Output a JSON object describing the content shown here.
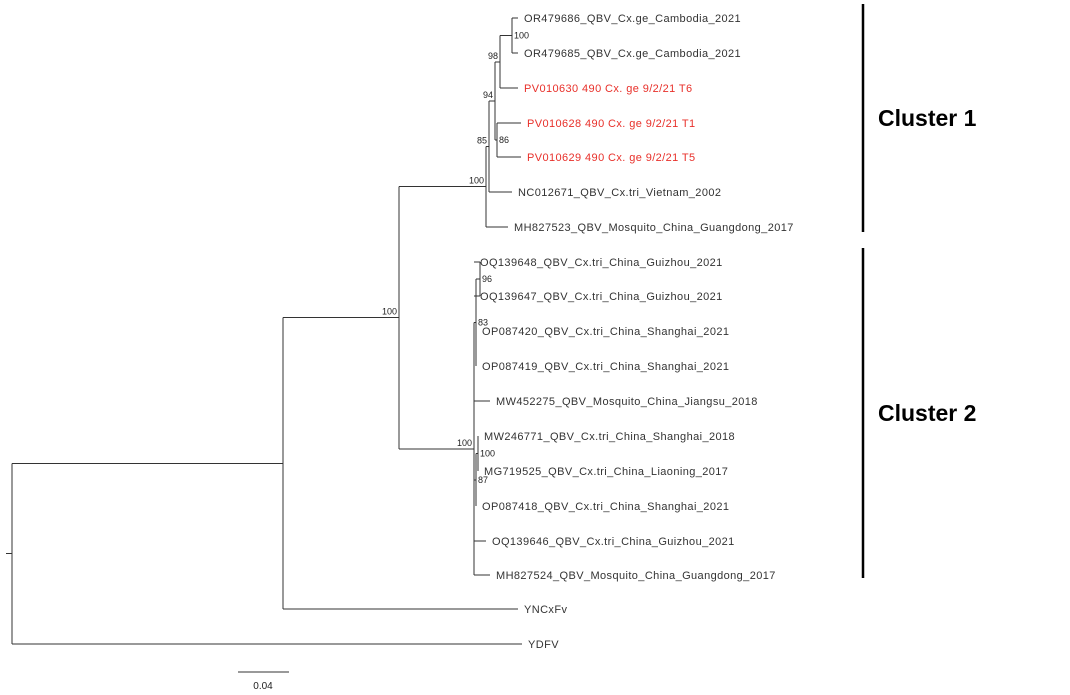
{
  "tree": {
    "colors": {
      "default": "#333333",
      "highlight": "#e8302a"
    },
    "leaves": [
      {
        "id": "L1",
        "label": "OR479686_QBV_Cx.ge_Cambodia_2021",
        "highlight": false
      },
      {
        "id": "L2",
        "label": "OR479685_QBV_Cx.ge_Cambodia_2021",
        "highlight": false
      },
      {
        "id": "L3",
        "label": "PV010630 490 Cx. ge 9/2/21 T6",
        "highlight": true
      },
      {
        "id": "L4",
        "label": "PV010628 490 Cx. ge 9/2/21 T1",
        "highlight": true
      },
      {
        "id": "L5",
        "label": "PV010629 490 Cx. ge 9/2/21 T5",
        "highlight": true
      },
      {
        "id": "L6",
        "label": "NC012671_QBV_Cx.tri_Vietnam_2002",
        "highlight": false
      },
      {
        "id": "L7",
        "label": "MH827523_QBV_Mosquito_China_Guangdong_2017",
        "highlight": false
      },
      {
        "id": "L8",
        "label": "OQ139648_QBV_Cx.tri_China_Guizhou_2021",
        "highlight": false
      },
      {
        "id": "L9",
        "label": "OQ139647_QBV_Cx.tri_China_Guizhou_2021",
        "highlight": false
      },
      {
        "id": "L10",
        "label": "OP087420_QBV_Cx.tri_China_Shanghai_2021",
        "highlight": false
      },
      {
        "id": "L11",
        "label": "OP087419_QBV_Cx.tri_China_Shanghai_2021",
        "highlight": false
      },
      {
        "id": "L12",
        "label": "MW452275_QBV_Mosquito_China_Jiangsu_2018",
        "highlight": false
      },
      {
        "id": "L13",
        "label": "MW246771_QBV_Cx.tri_China_Shanghai_2018",
        "highlight": false
      },
      {
        "id": "L14",
        "label": "MG719525_QBV_Cx.tri_China_Liaoning_2017",
        "highlight": false
      },
      {
        "id": "L15",
        "label": "OP087418_QBV_Cx.tri_China_Shanghai_2021",
        "highlight": false
      },
      {
        "id": "L16",
        "label": "OQ139646_QBV_Cx.tri_China_Guizhou_2021",
        "highlight": false
      },
      {
        "id": "L17",
        "label": "MH827524_QBV_Mosquito_China_Guangdong_2017",
        "highlight": false
      },
      {
        "id": "L18",
        "label": "YNCxFv",
        "highlight": false
      },
      {
        "id": "L19",
        "label": "YDFV",
        "highlight": false
      }
    ],
    "clades": [
      {
        "id": "c_camb",
        "children": [
          "L1",
          "L2"
        ],
        "support": "100"
      },
      {
        "id": "c_camb_t6",
        "children": [
          "c_camb",
          "L3"
        ],
        "support": "98"
      },
      {
        "id": "c_t1t5",
        "children": [
          "L4",
          "L5"
        ],
        "support": "86"
      },
      {
        "id": "c_ge",
        "children": [
          "c_camb_t6",
          "c_t1t5"
        ],
        "support": "94"
      },
      {
        "id": "c_ge_vn",
        "children": [
          "c_ge",
          "L6"
        ],
        "support": "85"
      },
      {
        "id": "cluster1",
        "children": [
          "c_ge_vn",
          "L7"
        ],
        "support": "100"
      },
      {
        "id": "c_gz",
        "children": [
          "L8",
          "L9"
        ],
        "support": "96"
      },
      {
        "id": "c_gz_sh",
        "children": [
          "c_gz",
          "L10",
          "L11"
        ],
        "support": "83"
      },
      {
        "id": "c_sh_ln",
        "children": [
          "L13",
          "L14"
        ],
        "support": "100"
      },
      {
        "id": "c_sh_ln_sh",
        "children": [
          "c_sh_ln",
          "L15"
        ],
        "support": "87"
      },
      {
        "id": "cluster2",
        "children": [
          "c_gz_sh",
          "L12",
          "c_sh_ln_sh",
          "L16",
          "L17"
        ],
        "support": "100"
      },
      {
        "id": "qbv",
        "children": [
          "cluster1",
          "cluster2"
        ],
        "support": "100"
      },
      {
        "id": "qbv_yn",
        "children": [
          "qbv",
          "L18"
        ],
        "support": ""
      },
      {
        "id": "root",
        "children": [
          "qbv_yn",
          "L19"
        ],
        "support": ""
      }
    ],
    "clusters": [
      {
        "label": "Cluster 1",
        "from": "L1",
        "to": "L7"
      },
      {
        "label": "Cluster 2",
        "from": "L8",
        "to": "L17"
      }
    ],
    "scale_bar": {
      "label": "0.04",
      "length": 0.04
    }
  }
}
